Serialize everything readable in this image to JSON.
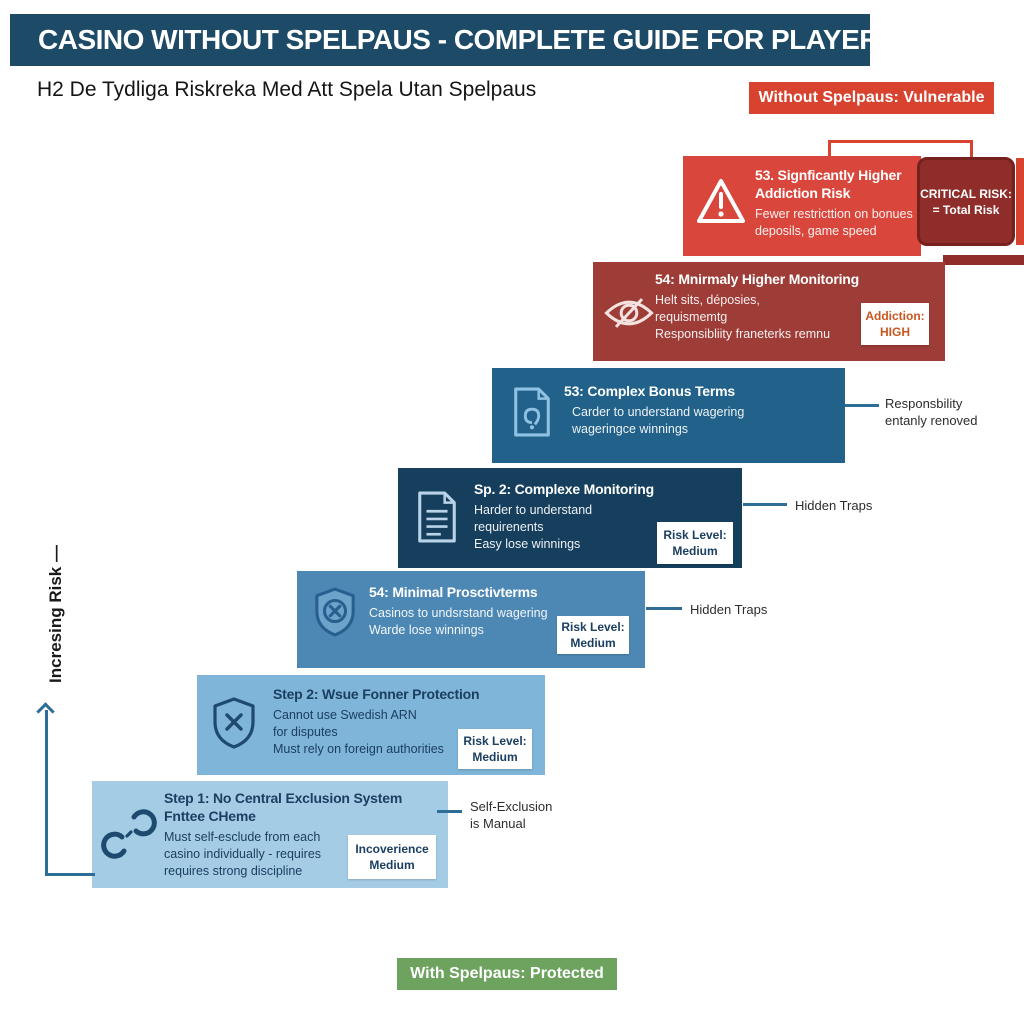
{
  "header": {
    "title": "CASINO WITHOUT SPELPAUS - COMPLETE GUIDE FOR PLAYERS",
    "subtitle": "H2 De Tydliga Riskreka Med Att Spela Utan Spelpaus"
  },
  "top_badge": {
    "label": "Without Spelpaus: Vulnerable"
  },
  "bottom_badge": {
    "label": "With Spelpaus: Protected"
  },
  "critical_risk": {
    "lines": [
      "CRITICAL RISK:",
      "= Total Risk"
    ]
  },
  "axis": {
    "label": "Incresing Risk —"
  },
  "steps": [
    {
      "icon": "warning-triangle",
      "title": [
        "53. Signficantly Higher",
        "Addiction Risk"
      ],
      "body": [
        "Fewer restricttion on bonues",
        "deposils, game speed"
      ]
    },
    {
      "icon": "eye-slash",
      "title": [
        "54: Mnirmaly Higher Monitoring"
      ],
      "body": [
        "Helt sits, déposies,",
        "requismemtg",
        "Responsibliity franeterks remnu"
      ],
      "badge": [
        "Addiction:",
        "HIGH"
      ]
    },
    {
      "icon": "document-attachment",
      "title": [
        "53: Complex Bonus Terms"
      ],
      "body": [
        "Carder to understand wagering",
        "wageringce winnings"
      ]
    },
    {
      "icon": "document-lines",
      "title": [
        "Sp. 2: Complexe Monitoring"
      ],
      "body": [
        "Harder to understand",
        "requirenents",
        "Easy lose winnings"
      ],
      "badge": [
        "Risk Level:",
        "Medium"
      ]
    },
    {
      "icon": "shield-x",
      "title": [
        "54: Minimal Prosctivterms"
      ],
      "body": [
        "Casinos to undsrstand wagering",
        "Warde lose winnings"
      ],
      "badge": [
        "Risk Level:",
        "Medium"
      ]
    },
    {
      "icon": "shield-x",
      "title": [
        "Step 2: Wsue Fonner Protection"
      ],
      "body": [
        "Cannot use Swedish ARN",
        "for disputes",
        "Must rely on foreign authorities"
      ],
      "badge": [
        "Risk Level:",
        "Medium"
      ]
    },
    {
      "icon": "broken-chain",
      "title": [
        "Step 1: No Central Exclusion System",
        "Fnttee CHeme"
      ],
      "body": [
        "Must self-esclude from each",
        "casino individually - requires",
        "requires strong discipline"
      ],
      "badge": [
        "Incoverience",
        "Medium"
      ]
    }
  ],
  "annotations": [
    {
      "lines": [
        "Responsbility",
        "entanly renoved"
      ]
    },
    {
      "lines": [
        "Hidden Traps"
      ]
    },
    {
      "lines": [
        "Hidden Traps"
      ]
    },
    {
      "lines": [
        "Self-Exclusion",
        "is Manual"
      ]
    }
  ],
  "colors": {
    "banner": "#1d4a66",
    "box_red": "#d9473c",
    "box_darkred": "#9e3c37",
    "box_blue": "#21618a",
    "box_navy": "#163f5e",
    "box_medblue": "#4d88b5",
    "box_lightblue": "#7fb5d8",
    "box_palestblue": "#a4cde5",
    "critical_bg": "#8e2d2a",
    "critical_border": "#77211f",
    "badge_red": "#d8432f",
    "badge_green": "#6da35f",
    "connector": "#2e6e96",
    "navy_text": "#1b3f61",
    "orange_text": "#c8571f"
  }
}
